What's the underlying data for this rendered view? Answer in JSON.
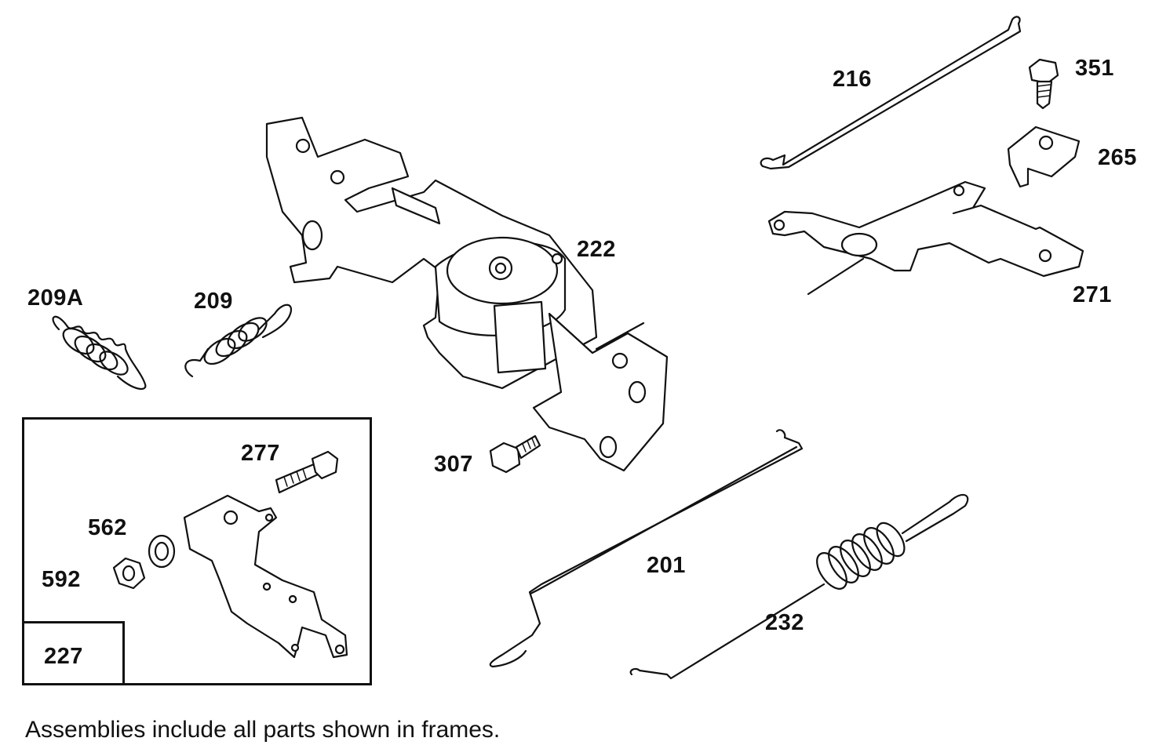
{
  "labels": {
    "p216": "216",
    "p351": "351",
    "p265": "265",
    "p222": "222",
    "p271": "271",
    "p209A": "209A",
    "p209": "209",
    "p277": "277",
    "p307": "307",
    "p562": "562",
    "p592": "592",
    "p201": "201",
    "p232": "232",
    "p227": "227"
  },
  "caption": "Assemblies include all parts shown in frames."
}
